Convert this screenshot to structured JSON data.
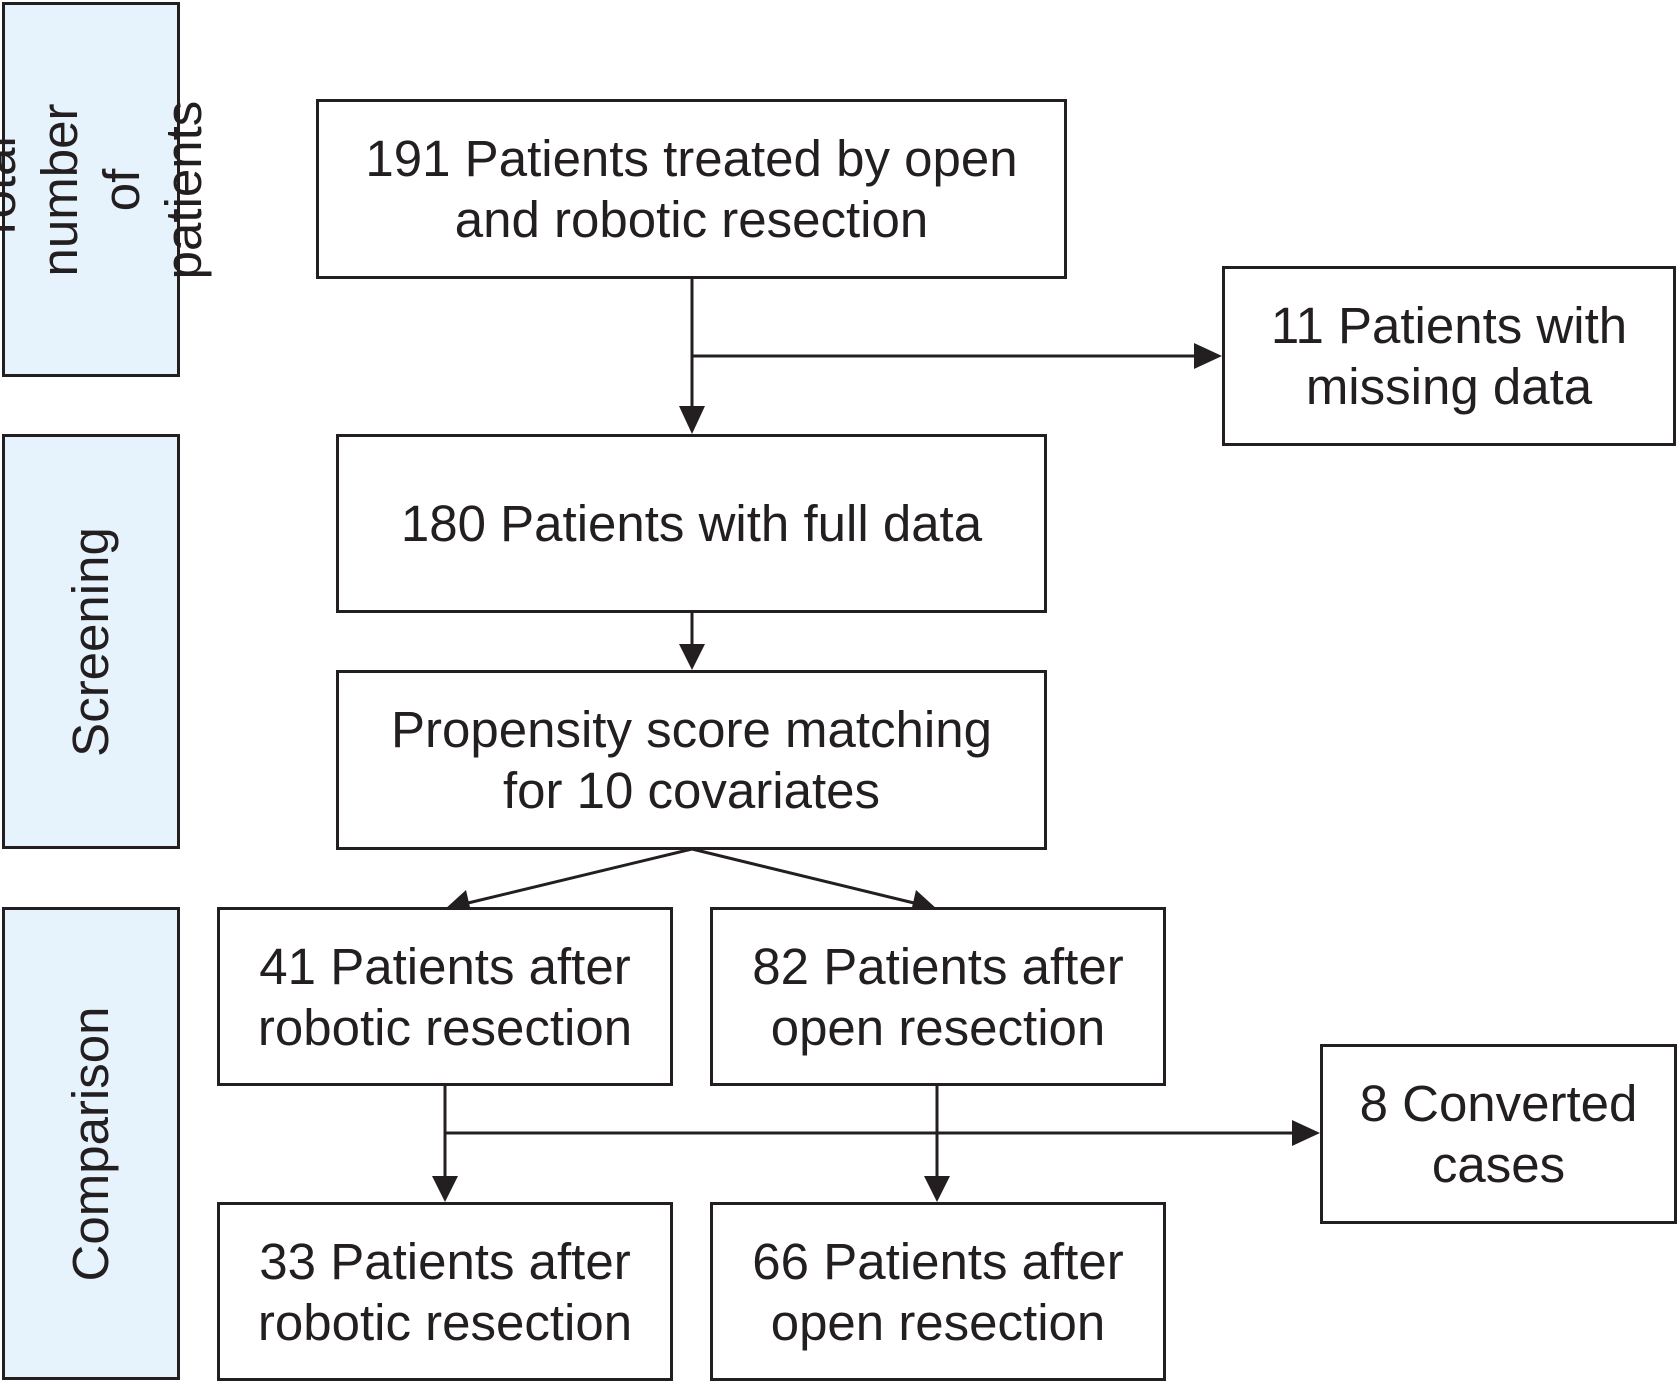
{
  "phases": {
    "total": "Total number\nof patients",
    "screening": "Screening",
    "comparison": "Comparison"
  },
  "boxes": {
    "total_patients": "191 Patients treated by open\nand robotic resection",
    "missing_data": "11 Patients with\nmissing data",
    "full_data": "180 Patients with full data",
    "propensity": "Propensity score matching\nfor 10 covariates",
    "robotic_41": "41 Patients after\nrobotic resection",
    "open_82": "82 Patients after\nopen resection",
    "converted": "8 Converted\ncases",
    "robotic_33": "33 Patients after\nrobotic resection",
    "open_66": "66 Patients after\nopen resection"
  },
  "colors": {
    "line": "#231f20",
    "phase_fill": "#e6f2fc",
    "box_fill": "#ffffff"
  }
}
